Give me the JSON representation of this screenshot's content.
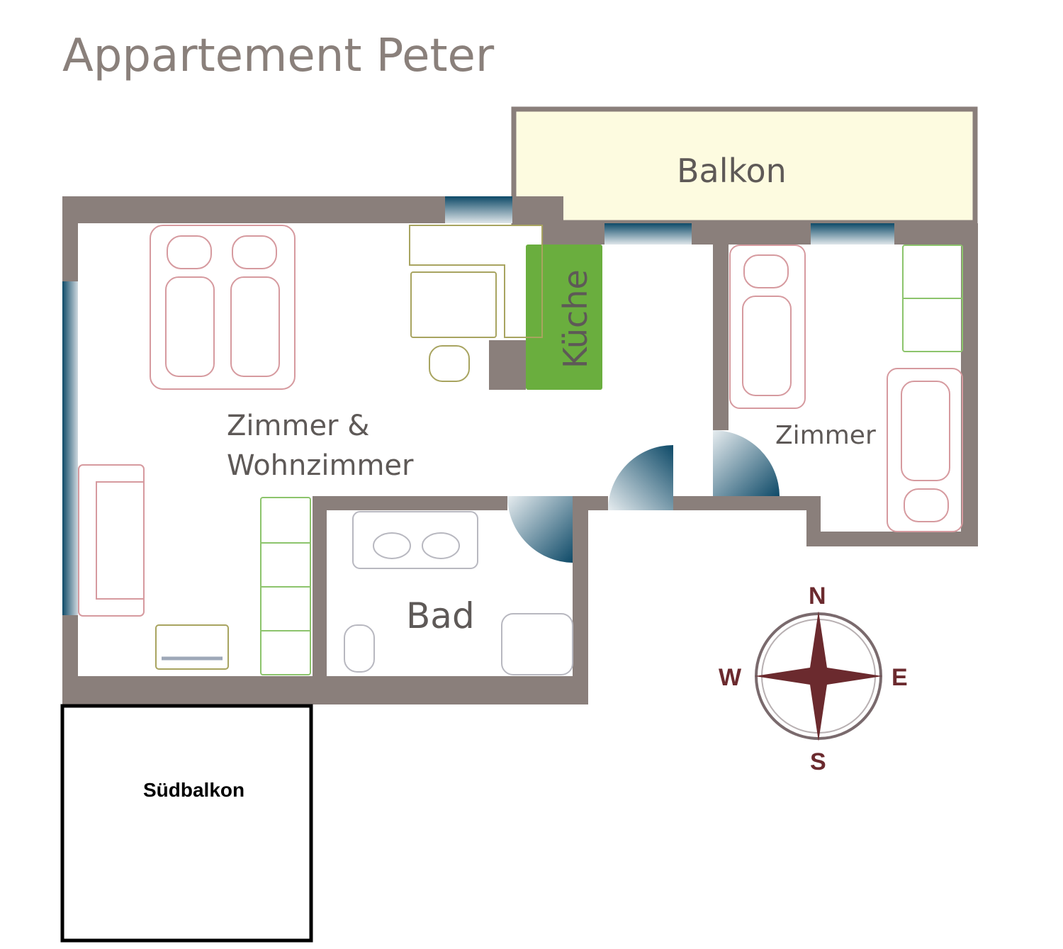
{
  "title": "Appartement Peter",
  "rooms": {
    "balkon": "Balkon",
    "kueche": "Küche",
    "zimmer_wohn_line1": "Zimmer &",
    "zimmer_wohn_line2": "Wohnzimmer",
    "zimmer": "Zimmer",
    "bad": "Bad",
    "suedbalkon": "Südbalkon"
  },
  "compass": {
    "n": "N",
    "e": "E",
    "s": "S",
    "w": "W"
  },
  "colors": {
    "wall": "#8a7f7b",
    "window": "#0e4a68",
    "balkon_fill": "#fdfbe0",
    "kueche_fill": "#6aae3e",
    "bed_outline": "#d69a9f",
    "green_outline": "#8cc46c",
    "olive_outline": "#a8a460",
    "compass": "#6b2a2e"
  }
}
